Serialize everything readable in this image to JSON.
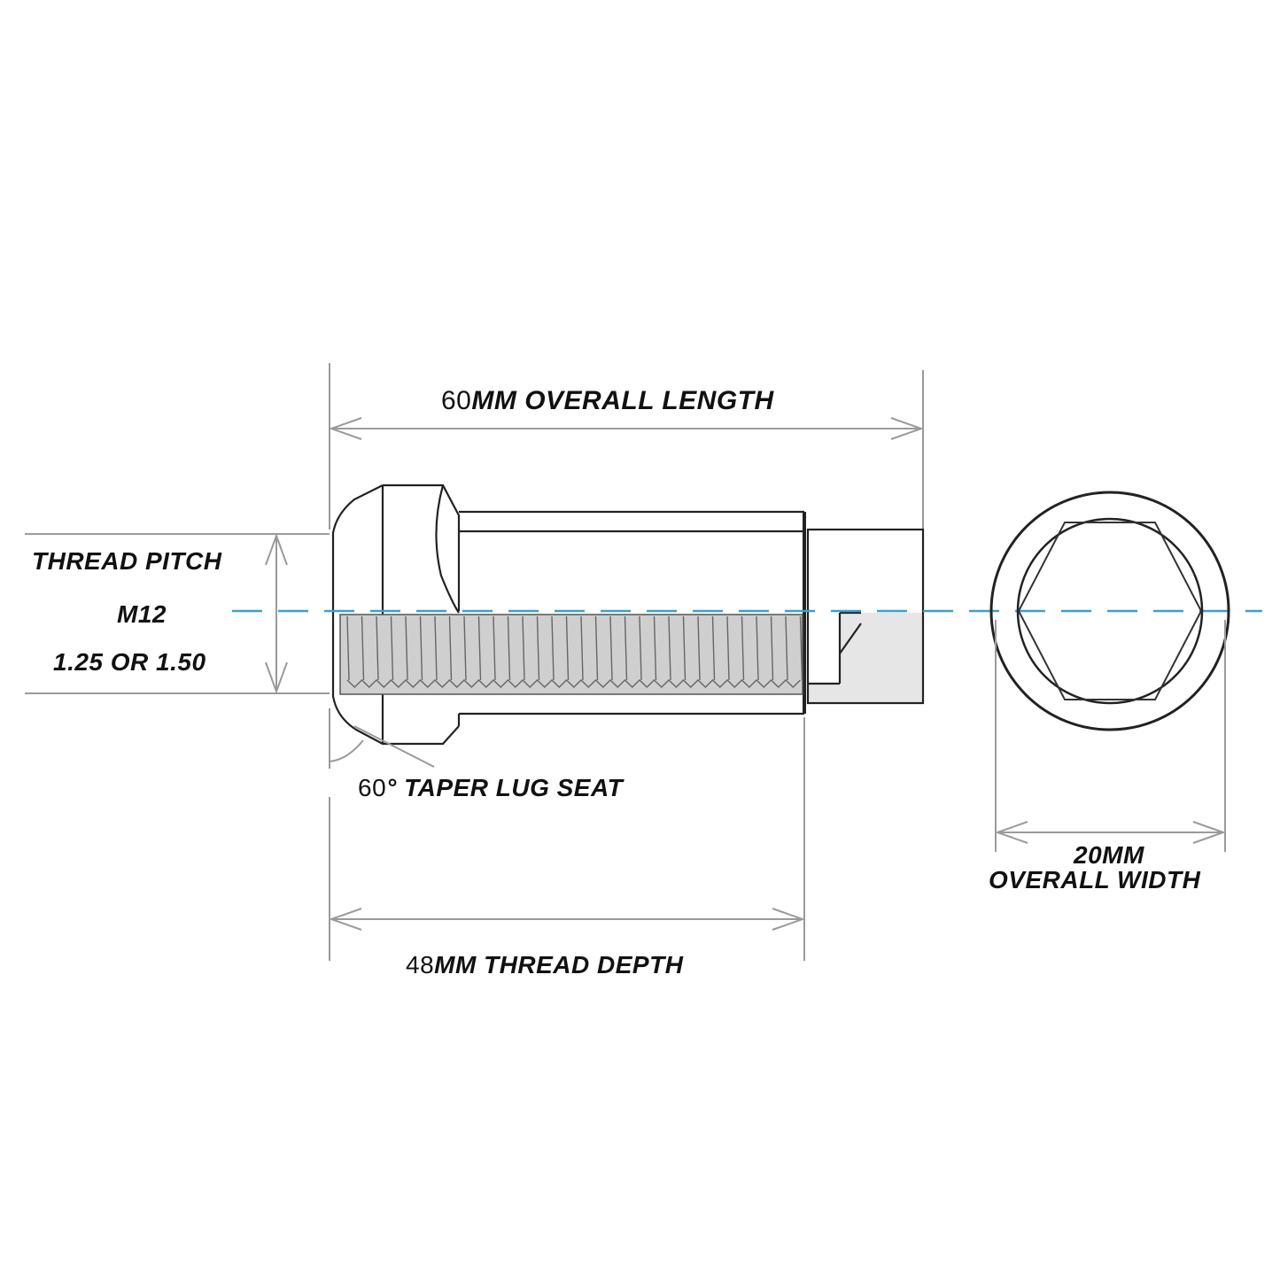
{
  "labels": {
    "overall_length_num": "60",
    "overall_length_text": "MM OVERALL LENGTH",
    "thread_pitch": "THREAD PITCH",
    "thread_size": "M12",
    "pitch_values": "1.25 OR 1.50",
    "taper_angle": "60",
    "taper_degree": "°",
    "taper_text": "TAPER LUG SEAT",
    "width_value": "20MM",
    "width_text": "OVERALL WIDTH",
    "thread_depth_num": "48",
    "thread_depth_text": "MM THREAD DEPTH"
  },
  "colors": {
    "line": "#222222",
    "dim_line": "#9a9a9a",
    "centerline": "#3aa0d0",
    "thread_fill": "#cfcfcf",
    "shade": "#e6e6e6"
  }
}
